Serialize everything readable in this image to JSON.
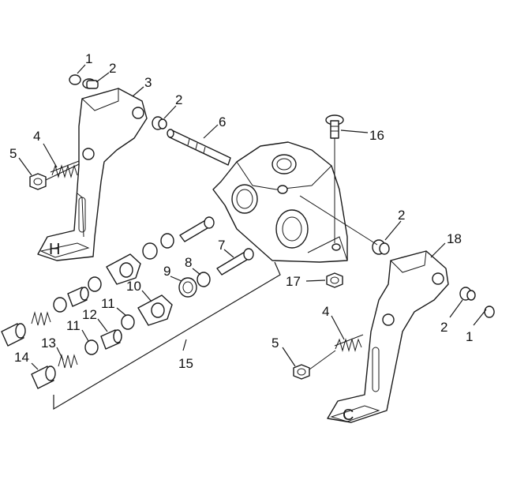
{
  "callouts": {
    "n1": "1",
    "n2": "2",
    "n3": "3",
    "n4": "4",
    "n5": "5",
    "n6": "6",
    "n7": "7",
    "n8": "8",
    "n9": "9",
    "n10": "10",
    "n11": "11",
    "n12": "12",
    "n13": "13",
    "n14": "14",
    "n15": "15",
    "n16": "16",
    "n17": "17",
    "n18": "18"
  },
  "pedal_marks": {
    "left": "H",
    "right": "C"
  }
}
